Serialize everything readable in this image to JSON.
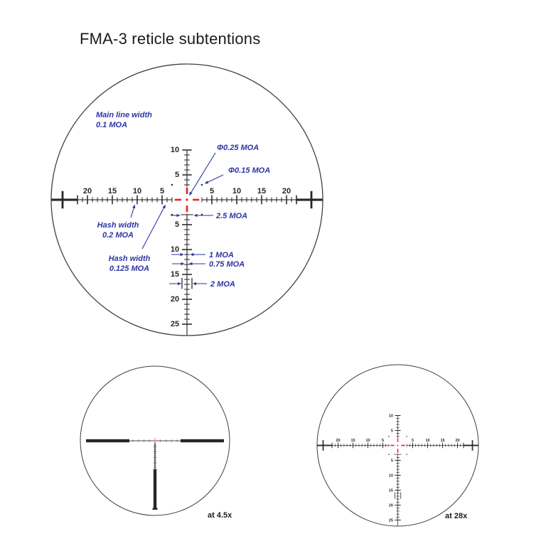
{
  "title": "FMA-3 reticle subtentions",
  "colors": {
    "annotation_blue": "#2d35a3",
    "reticle_red": "#ed1c24",
    "reticle_black": "#272727",
    "circle_gray": "#3f3f3f"
  },
  "main_view": {
    "scales": {
      "horizontal_labels": [
        20,
        15,
        10,
        5
      ],
      "vertical_above_labels": [
        10,
        5
      ],
      "vertical_below_labels": [
        5,
        10,
        15,
        20,
        25
      ]
    },
    "annotations": {
      "main_line_width": {
        "line1": "Main line width",
        "line2": "0.1 MOA"
      },
      "center_dot": "Φ0.25 MOA",
      "small_dot": "Φ0.15 MOA",
      "hash_width_major": {
        "line1": "Hash width",
        "line2": "0.2 MOA"
      },
      "hash_width_minor": {
        "line1": "Hash width",
        "line2": "0.125 MOA"
      },
      "meas_top_hash": "2.5 MOA",
      "meas_1moa": "1 MOA",
      "meas_075moa": "0.75 MOA",
      "meas_2moa": "2 MOA"
    }
  },
  "magnification_views": {
    "low": "at 4.5x",
    "high": "at 28x"
  }
}
